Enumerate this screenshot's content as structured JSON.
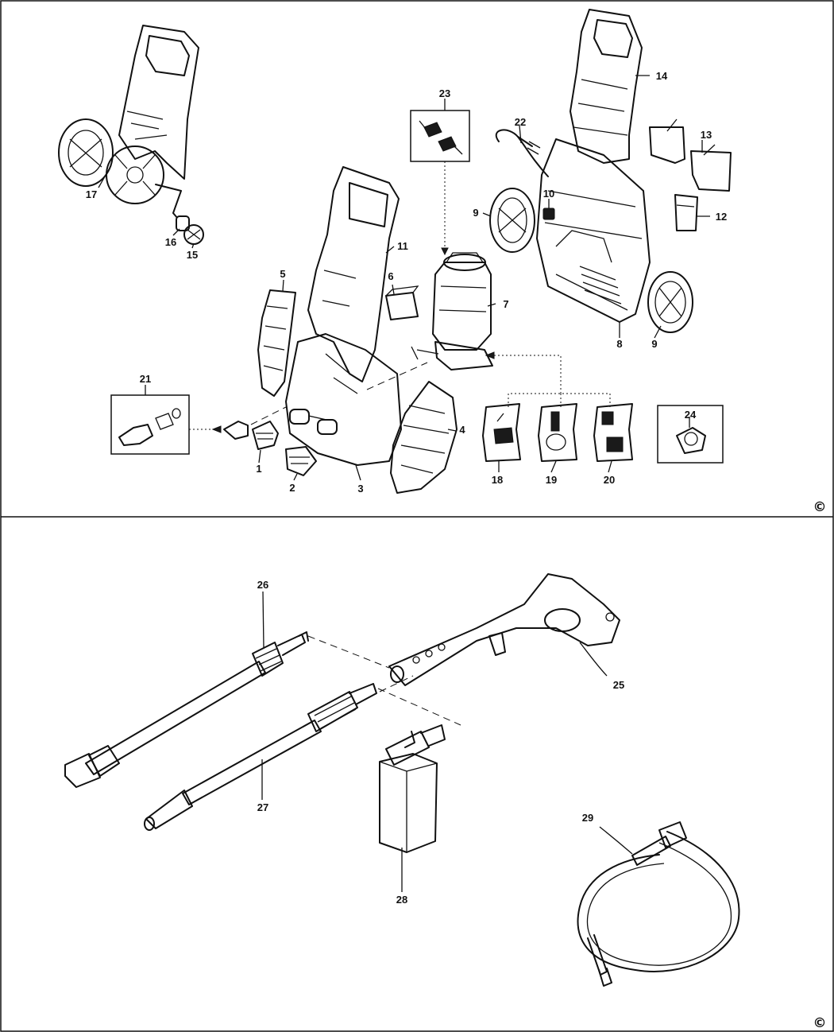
{
  "diagram": {
    "callouts": [
      {
        "id": "1",
        "text": "1"
      },
      {
        "id": "2",
        "text": "2"
      },
      {
        "id": "3",
        "text": "3"
      },
      {
        "id": "4",
        "text": "4"
      },
      {
        "id": "5",
        "text": "5"
      },
      {
        "id": "6",
        "text": "6"
      },
      {
        "id": "7",
        "text": "7"
      },
      {
        "id": "8",
        "text": "8"
      },
      {
        "id": "9a",
        "text": "9"
      },
      {
        "id": "9b",
        "text": "9"
      },
      {
        "id": "10",
        "text": "10"
      },
      {
        "id": "11",
        "text": "11"
      },
      {
        "id": "12",
        "text": "12"
      },
      {
        "id": "13",
        "text": "13"
      },
      {
        "id": "14",
        "text": "14"
      },
      {
        "id": "15",
        "text": "15"
      },
      {
        "id": "16",
        "text": "16"
      },
      {
        "id": "17",
        "text": "17"
      },
      {
        "id": "18",
        "text": "18"
      },
      {
        "id": "19",
        "text": "19"
      },
      {
        "id": "20",
        "text": "20"
      },
      {
        "id": "21",
        "text": "21"
      },
      {
        "id": "22",
        "text": "22"
      },
      {
        "id": "23",
        "text": "23"
      },
      {
        "id": "24",
        "text": "24"
      },
      {
        "id": "25",
        "text": "25"
      },
      {
        "id": "26",
        "text": "26"
      },
      {
        "id": "27",
        "text": "27"
      },
      {
        "id": "28",
        "text": "28"
      },
      {
        "id": "29",
        "text": "29"
      }
    ],
    "copyright_top": "©",
    "copyright_bottom": "©"
  }
}
